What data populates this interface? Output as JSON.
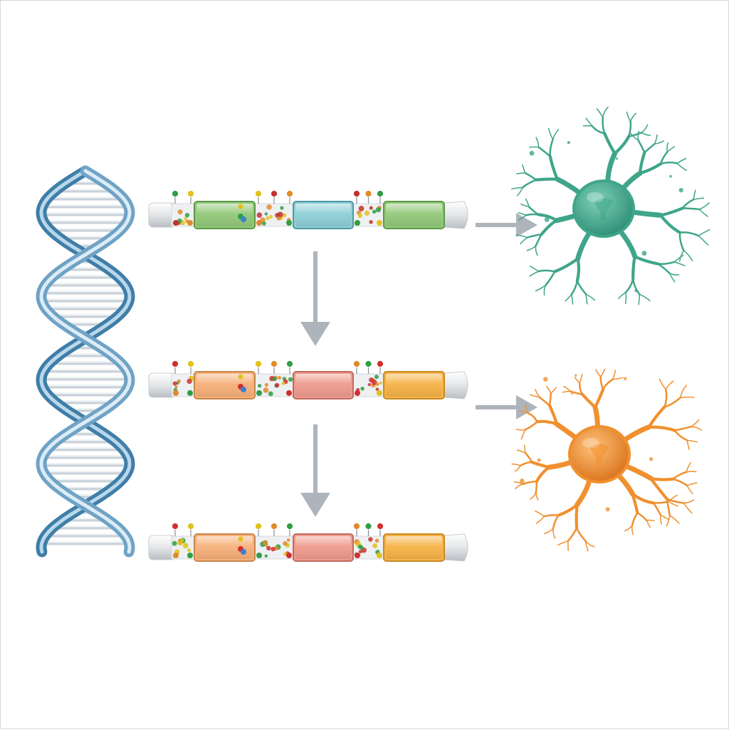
{
  "diagram": {
    "colors": {
      "dna_backbone": "#6fa3c6",
      "dna_rungs": "#c9d2da",
      "arrow": "#aeb4bc",
      "chromatin_end": "#e4e6e8",
      "cell_top": "#3fa58a",
      "cell_bottom": "#f0902e"
    },
    "chromatin_rows": [
      {
        "state": "active",
        "segments": [
          {
            "fill": "#93c97a",
            "stroke": "#5c9a45"
          },
          {
            "fill": "#8ecfd6",
            "stroke": "#4e9aa5"
          },
          {
            "fill": "#93c97a",
            "stroke": "#5c9a45"
          }
        ],
        "mark_colors": [
          "#2f9e45",
          "#e2c21a",
          "#c23030",
          "#e08a2a"
        ]
      },
      {
        "state": "modified",
        "segments": [
          {
            "fill": "#f6b07a",
            "stroke": "#c9864a"
          },
          {
            "fill": "#ef9a8e",
            "stroke": "#c06a5e"
          },
          {
            "fill": "#f6b347",
            "stroke": "#c98a22"
          }
        ],
        "mark_colors": [
          "#d12f2f",
          "#e2c21a",
          "#e08a2a",
          "#2f9e45"
        ]
      },
      {
        "state": "inherited",
        "segments": [
          {
            "fill": "#f6b07a",
            "stroke": "#c9864a"
          },
          {
            "fill": "#ef9a8e",
            "stroke": "#c06a5e"
          },
          {
            "fill": "#f6b347",
            "stroke": "#c98a22"
          }
        ],
        "mark_colors": [
          "#d12f2f",
          "#e2c21a",
          "#e08a2a",
          "#2f9e45"
        ]
      }
    ],
    "icons": [
      "dna-helix-icon",
      "neuron-cell-icon",
      "arrow-right-icon",
      "arrow-down-icon"
    ]
  }
}
